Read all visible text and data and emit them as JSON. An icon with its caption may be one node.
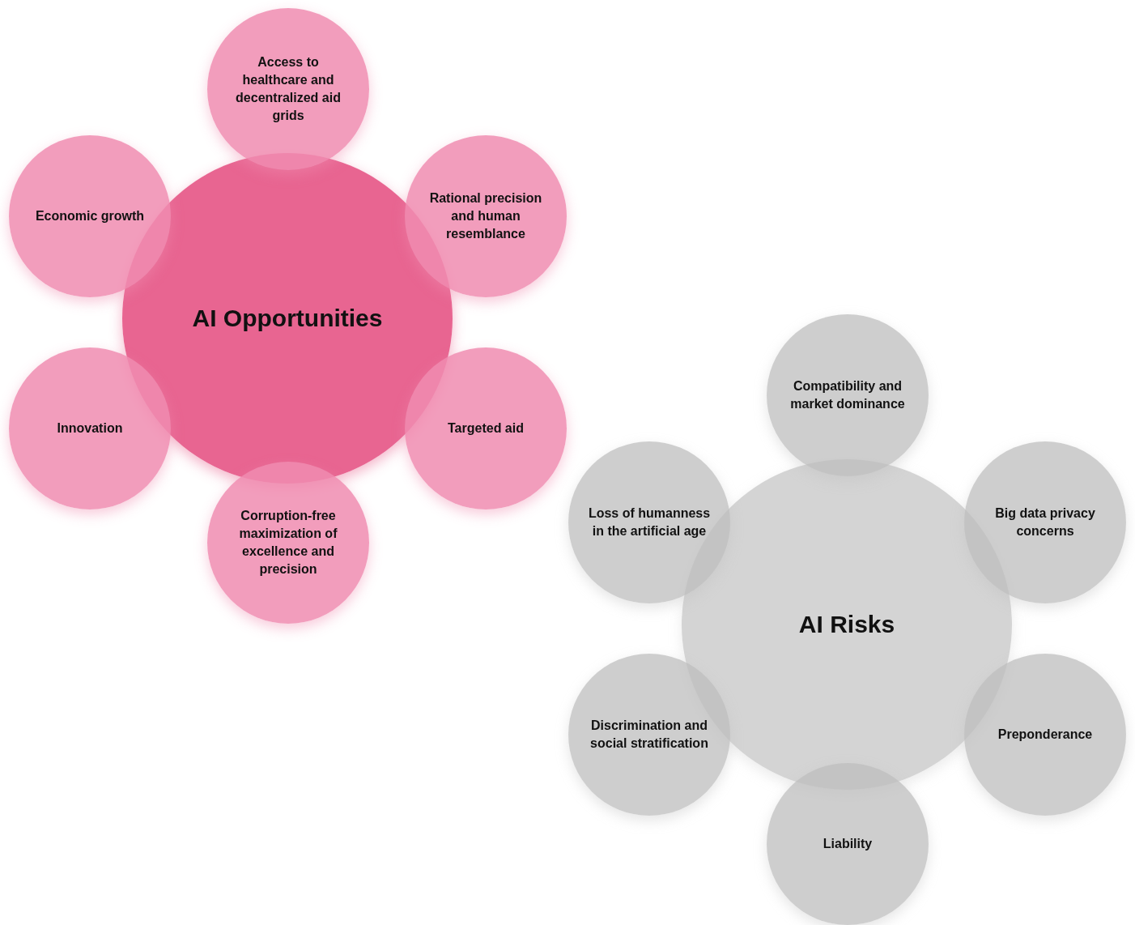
{
  "diagram": {
    "nodes": [
      {
        "text": [
          "AI Opportunities"
        ]
      },
      {
        "text": [
          "Access to healthcare and decentralized aid grids"
        ]
      },
      {
        "text": [
          "Economic growth"
        ]
      },
      {
        "text": [
          "Rational precision and human resemblance"
        ]
      },
      {
        "text": [
          "Innovation"
        ]
      },
      {
        "text": [
          "Targeted aid"
        ]
      },
      {
        "text": [
          "Corruption-free maximization of excellence and precision"
        ]
      },
      {
        "text": [
          "AI Risks"
        ]
      },
      {
        "text": [
          "Compatibility and market dominance"
        ]
      },
      {
        "text": [
          "Loss of humanness in the artificial age"
        ]
      },
      {
        "text": [
          "Big data privacy concerns"
        ]
      },
      {
        "text": [
          "Discrimination and social stratification"
        ]
      },
      {
        "text": [
          "Preponderance"
        ]
      },
      {
        "text": [
          "Liability"
        ]
      }
    ]
  }
}
